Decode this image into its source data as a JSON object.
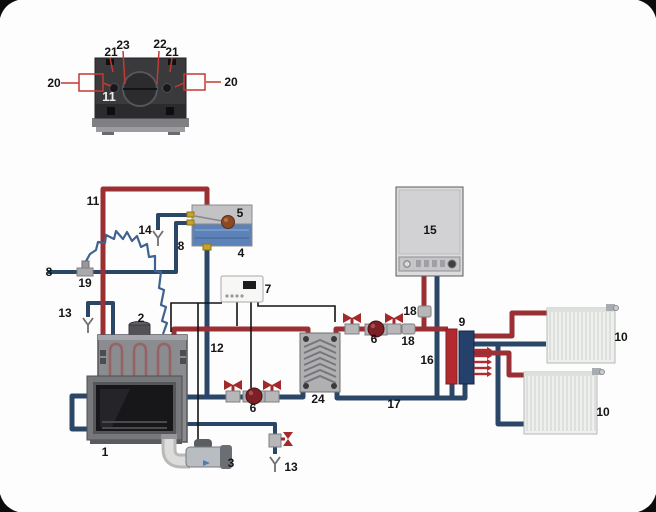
{
  "colors": {
    "hot_pipe": "#9a3034",
    "cold_pipe": "#2a4768",
    "wire": "#141414",
    "leader_line": "#c23a34",
    "pump_body": "#7c2025",
    "valve_handle": "#a32a2a",
    "manifold_supply": "#b2292f",
    "manifold_return": "#25406a",
    "tank_water": "#5d82b8"
  },
  "top_view": {
    "labels": {
      "l21_left": "21",
      "l23": "23",
      "l22": "22",
      "l21_right": "21",
      "l20_left": "20",
      "l20_right": "20",
      "l11": "11"
    }
  },
  "schematic": {
    "labels": {
      "l11": "11",
      "l14": "14",
      "l8_tank": "8",
      "l5": "5",
      "l4": "4",
      "l8_left": "8",
      "l19": "19",
      "l13_left": "13",
      "l2": "2",
      "l7": "7",
      "l12": "12",
      "l15": "15",
      "l6_left": "6",
      "l6_right": "6",
      "l18_horizontal": "18",
      "l18_vertical": "18",
      "l16": "16",
      "l9": "9",
      "l24": "24",
      "l17": "17",
      "l10_upper": "10",
      "l10_lower": "10",
      "l1": "1",
      "l3": "3",
      "l13_bottom": "13"
    }
  }
}
